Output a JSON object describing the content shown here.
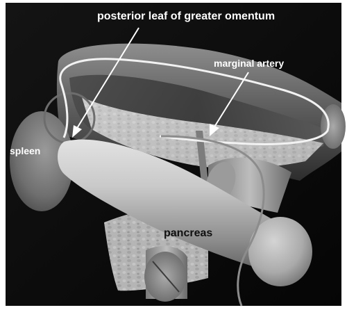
{
  "labels": {
    "posterior_leaf": "posterior leaf of greater omentum",
    "marginal_artery": "marginal artery",
    "spleen": "spleen",
    "pancreas": "pancreas"
  },
  "colors": {
    "background": "#050505",
    "artery": "#f2f2f2",
    "label": "#ffffff",
    "label_dark": "#111111"
  }
}
